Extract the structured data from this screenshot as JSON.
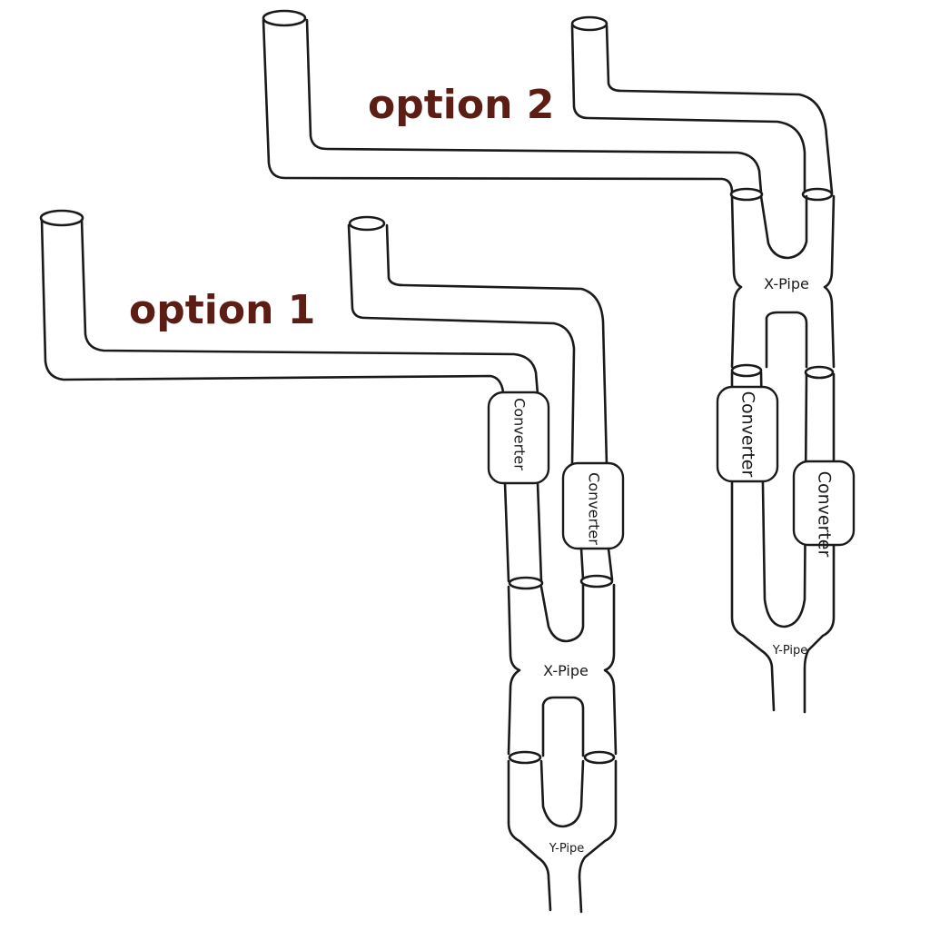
{
  "options": [
    {
      "title": "option 1",
      "converters": [
        "Converter",
        "Converter"
      ],
      "x_pipe": "X-Pipe",
      "y_pipe": "Y-Pipe"
    },
    {
      "title": "option 2",
      "converters": [
        "Converter",
        "Converter"
      ],
      "x_pipe": "X-Pipe",
      "y_pipe": "Y-Pipe"
    }
  ],
  "colors": {
    "title": "#5b1d14",
    "line": "#1a1a1a",
    "background": "#ffffff"
  }
}
